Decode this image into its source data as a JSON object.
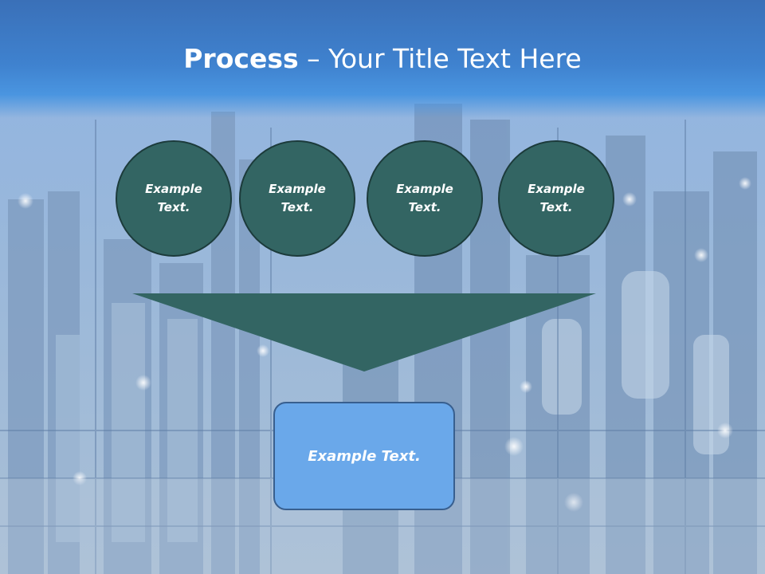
{
  "slide": {
    "title_bold": "Process",
    "title_rest": " – Your Title Text Here",
    "circles": [
      {
        "label": "Example Text."
      },
      {
        "label": "Example Text."
      },
      {
        "label": "Example Text."
      },
      {
        "label": "Example Text."
      }
    ],
    "result_label": "Example Text."
  },
  "colors": {
    "title_bar": "#3f82cf",
    "circle_fill": "#336563",
    "funnel_fill": "#336563",
    "result_box_fill": "#6aa8ea"
  },
  "background": "refinery-photo"
}
